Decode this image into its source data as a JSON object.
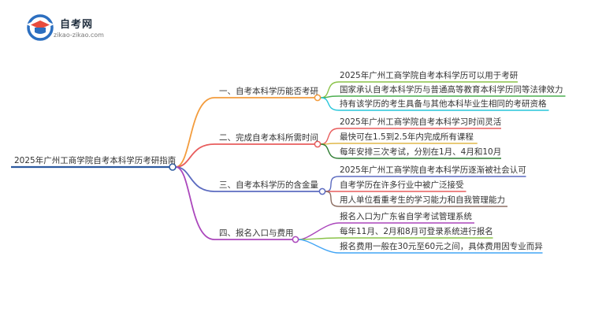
{
  "logo": {
    "icon": "graduation-cap-icon",
    "title": "自考网",
    "subtitle": "zikao-zikao.com"
  },
  "root": {
    "label": "2025年广州工商学院自考本科学历考研指南",
    "color": "#2c5aa0"
  },
  "branches": [
    {
      "label": "一、自考本科学历能否考研",
      "color": "#f39c3d",
      "children": [
        {
          "label": "2025年广州工商学院自考本科学历可以用于考研",
          "color": "#8bc34a"
        },
        {
          "label": "国家承认自考本科学历与普通高等教育本科学历同等法律效力",
          "color": "#4caf50"
        },
        {
          "label": "持有该学历的考生具备与其他本科毕业生相同的考研资格",
          "color": "#26c6da"
        }
      ]
    },
    {
      "label": "二、完成自考本科所需时间",
      "color": "#e85d5d",
      "children": [
        {
          "label": "2025年广州工商学院自考本科学习时间灵活",
          "color": "#e85d5d"
        },
        {
          "label": "最快可在1.5到2.5年内完成所有课程",
          "color": "#e0b84a"
        },
        {
          "label": "每年安排三次考试，分别在1月、4月和10月",
          "color": "#2e7d32"
        }
      ]
    },
    {
      "label": "三、自考本科学历的含金量",
      "color": "#5c6bc0",
      "children": [
        {
          "label": "2025年广州工商学院自考本科学历逐渐被社会认可",
          "color": "#5c6bc0"
        },
        {
          "label": "自考学历在许多行业中被广泛接受",
          "color": "#e85d5d"
        },
        {
          "label": "用人单位看重考生的学习能力和自我管理能力",
          "color": "#8d6e63"
        }
      ]
    },
    {
      "label": "四、报名入口与费用",
      "color": "#ab47bc",
      "children": [
        {
          "label": "报名入口为广东省自学考试管理系统",
          "color": "#ab47bc"
        },
        {
          "label": "每年11月、2月和8月可登录系统进行报名",
          "color": "#8bc34a"
        },
        {
          "label": "报名费用一般在30元至60元之间，具体费用因专业而异",
          "color": "#42a5f5"
        }
      ]
    }
  ]
}
